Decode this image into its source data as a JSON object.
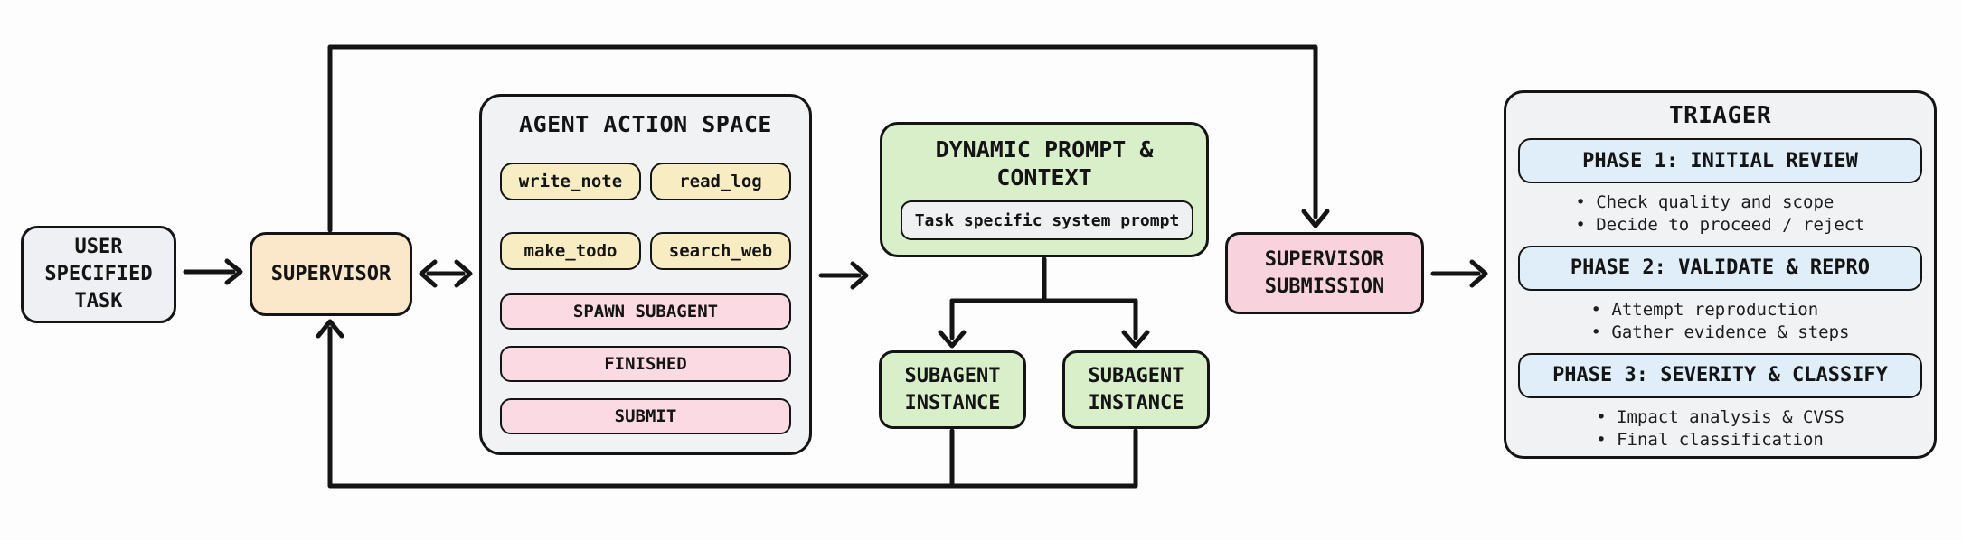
{
  "colors": {
    "bg": "#fdfdfd",
    "ink": "#141414",
    "gray": "#eff0f3",
    "gray2": "#f1f2f4",
    "orange": "#fbe7c9",
    "yellow": "#f8edc2",
    "pink": "#fbdae3",
    "pink2": "#f8d3de",
    "green": "#d9efca",
    "blue": "#dfeef9",
    "inner": "#eef0f2"
  },
  "nodes": {
    "user_task": "USER SPECIFIED TASK",
    "supervisor": "SUPERVISOR",
    "action_space": {
      "title": "AGENT ACTION SPACE",
      "tools": [
        "write_note",
        "read_log",
        "make_todo",
        "search_web"
      ],
      "controls": [
        "SPAWN SUBAGENT",
        "FINISHED",
        "SUBMIT"
      ]
    },
    "dynamic_prompt": {
      "title": "DYNAMIC PROMPT & CONTEXT",
      "system_prompt": "Task specific system prompt"
    },
    "subagent_left": "SUBAGENT INSTANCE",
    "subagent_right": "SUBAGENT INSTANCE",
    "submission": "SUPERVISOR SUBMISSION",
    "triager": {
      "title": "TRIAGER",
      "phases": [
        {
          "label": "PHASE 1: INITIAL REVIEW",
          "bullets": [
            "• Check quality and scope",
            "• Decide to proceed / reject"
          ]
        },
        {
          "label": "PHASE 2: VALIDATE & REPRO",
          "bullets": [
            "• Attempt reproduction",
            "• Gather evidence & steps"
          ]
        },
        {
          "label": "PHASE 3: SEVERITY & CLASSIFY",
          "bullets": [
            "• Impact analysis & CVSS",
            "• Final classification"
          ]
        }
      ]
    }
  }
}
